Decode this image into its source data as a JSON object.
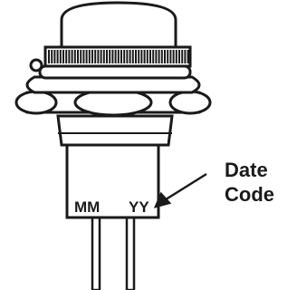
{
  "callout": {
    "line1": "Date",
    "line2": "Code"
  },
  "markings": {
    "month": "MM",
    "year": "YY"
  },
  "colors": {
    "ink": "#1a1a1a",
    "paper": "#ffffff",
    "shade": "#d9d9d9"
  }
}
